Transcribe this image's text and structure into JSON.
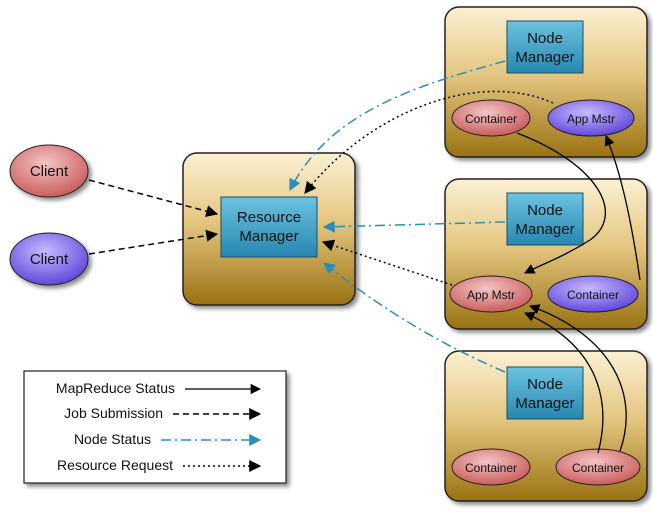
{
  "clients": [
    {
      "label": "Client",
      "color": "#d97777"
    },
    {
      "label": "Client",
      "color": "#7d66e6"
    }
  ],
  "resource_manager": {
    "line1": "Resource",
    "line2": "Manager"
  },
  "nodes": [
    {
      "manager_line1": "Node",
      "manager_line2": "Manager",
      "left_ellipse": "Container",
      "right_ellipse": "App Mstr"
    },
    {
      "manager_line1": "Node",
      "manager_line2": "Manager",
      "left_ellipse": "App Mstr",
      "right_ellipse": "Container"
    },
    {
      "manager_line1": "Node",
      "manager_line2": "Manager",
      "left_ellipse": "Container",
      "right_ellipse": "Container"
    }
  ],
  "legend": [
    {
      "label": "MapReduce Status",
      "style": "solid",
      "color": "#000000"
    },
    {
      "label": "Job Submission",
      "style": "dashed",
      "color": "#000000"
    },
    {
      "label": "Node Status",
      "style": "dash-dot",
      "color": "#2a8fb8"
    },
    {
      "label": "Resource Request",
      "style": "dotted",
      "color": "#000000"
    }
  ],
  "colors": {
    "box_fill_top": "#f7e7bf",
    "box_fill_bottom": "#a67d16",
    "manager_fill": "#3aa3c9",
    "red_ellipse": "#d97777",
    "purple_ellipse": "#7d66e6",
    "node_status_line": "#2a8fb8"
  }
}
